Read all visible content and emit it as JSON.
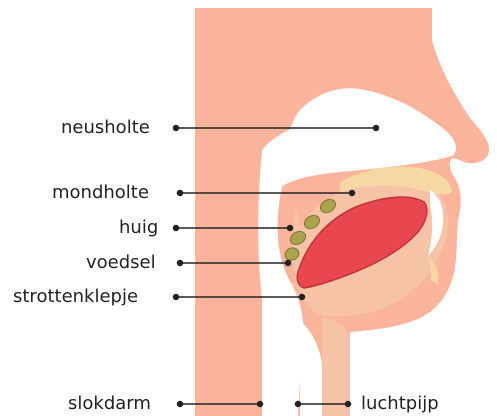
{
  "labels": {
    "neusholte": "neusholte",
    "mondholte": "mondholte",
    "huig": "huig",
    "voedsel": "voedsel",
    "strottenklepje": "strottenklepje",
    "slokdarm": "slokdarm",
    "luchtpijp": "luchtpijp"
  },
  "colors": {
    "skin": "#f9b49b",
    "cavity": "#ffffff",
    "tongue": "#e8474f",
    "tongue_outline": "#c0333b",
    "food": "#a9a24f",
    "food_outline": "#7c7630",
    "palate": "#f7d8a4",
    "inner_flesh": "#f6c3a7",
    "leader": "#222222"
  }
}
